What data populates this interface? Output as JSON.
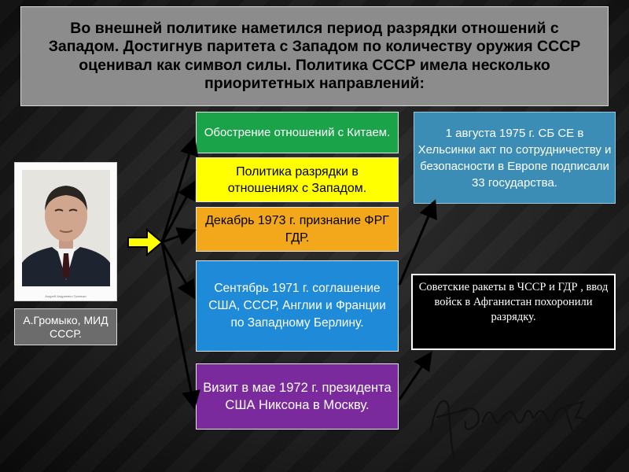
{
  "title": "Во внешней политике наметился период разрядки отношений с Западом. Достигнув паритета с Западом по количеству оружия СССР оценивал как символ силы. Политика СССР имела несколько приоритетных направлений:",
  "portrait": {
    "icon": "portrait-photo",
    "signature_text": "Андрей Андреевич Громыко",
    "caption": "А.Громыко, МИД СССР."
  },
  "directions": [
    {
      "key": "china",
      "text": "Обострение отношений с Китаем.",
      "color": "#1ba34a"
    },
    {
      "key": "west",
      "text": "Политика разрядки в отношениях с Западом.",
      "color": "#ffff00"
    },
    {
      "key": "frg",
      "text": "Декабрь 1973 г. признание ФРГ ГДР.",
      "color": "#f2a81a"
    },
    {
      "key": "berlin",
      "text": "Сентябрь 1971 г. соглашение США, СССР, Англии и Франции по Западному Берлину.",
      "color": "#1f8ad8"
    },
    {
      "key": "nixon",
      "text": "Визит в мае 1972 г. президента США Никсона в Москву.",
      "color": "#7b2a9e"
    }
  ],
  "helsinki": {
    "text": "1 августа 1975 г. СБ СЕ в Хельсинки акт по сотрудничеству и безопасности в Европе подписали 33 государства.",
    "color": "#3b8db5"
  },
  "rockets": {
    "text": "Советские ракеты в ЧССР и ГДР , ввод войск в Афганистан похоронили разрядку."
  },
  "signature": {
    "icon": "handwritten-signature",
    "text": "Брежнев"
  },
  "pointer": {
    "icon": "yellow-arrow-icon",
    "color": "#ffff00"
  }
}
